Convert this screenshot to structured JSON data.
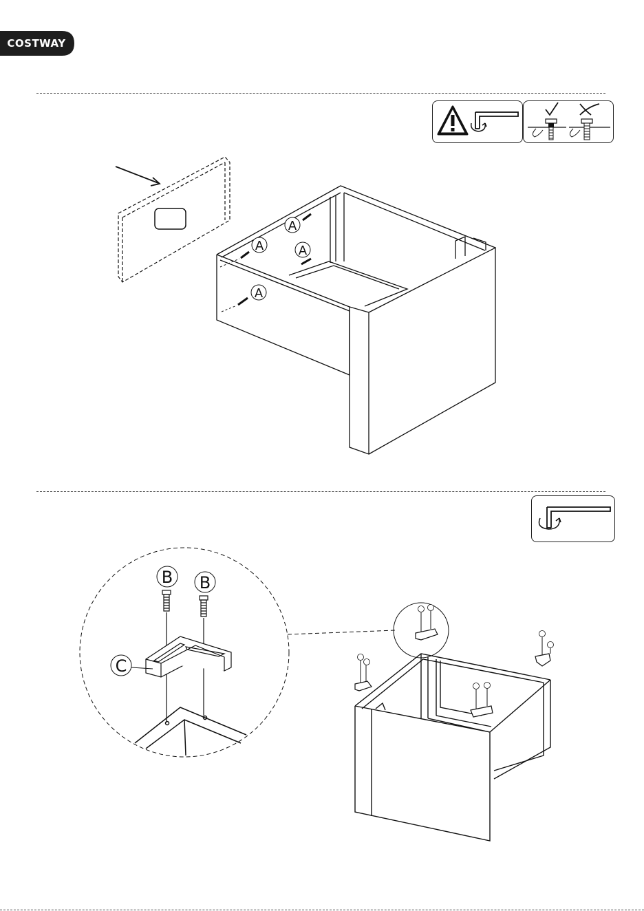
{
  "brand": {
    "name": "COSTWAY",
    "color": "#1e1e1e"
  },
  "step1": {
    "screw_label": "A",
    "icons": [
      "warning-icon",
      "allen-key-icon",
      "correct-screw-icon",
      "wrong-screw-icon"
    ]
  },
  "step2": {
    "screw_label": "B",
    "bracket_label": "C",
    "icons": [
      "allen-key-icon"
    ]
  }
}
